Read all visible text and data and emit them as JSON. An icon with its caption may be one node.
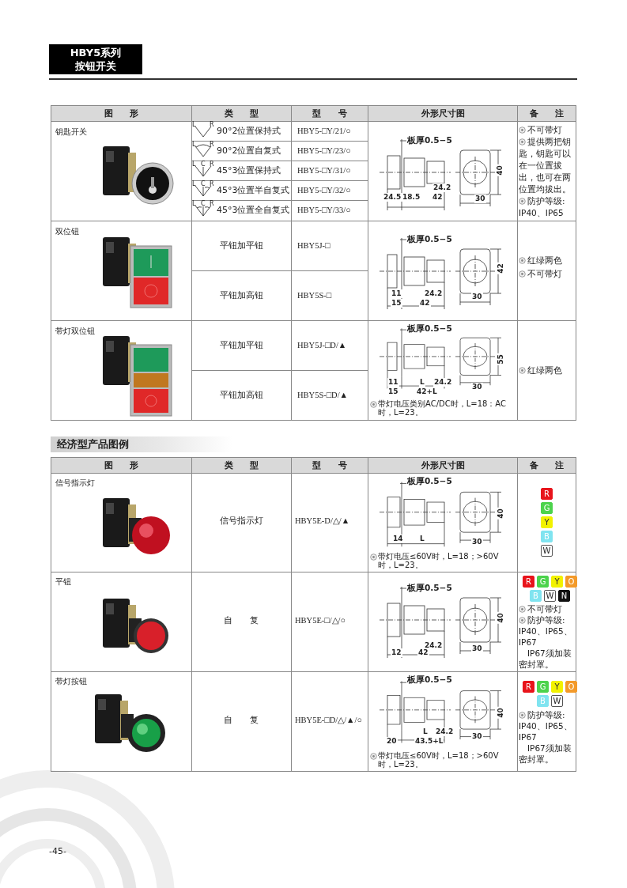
{
  "diagram": {
    "title": "HBY5系列按钮开关",
    "labels": [
      "图 形",
      "类 型",
      "型 号",
      "外形尺寸图",
      "备 注",
      "钥匙开关",
      "L",
      "R",
      "90°2位置保持式",
      "HBY5-□Y/21/○",
      "L",
      "R",
      "90°2位置自复式",
      "HBY5-□Y/23/○",
      "L",
      "C",
      "R",
      "45°3位置保持式",
      "HBY5-□Y/31/○",
      "L",
      "C",
      "R",
      "45°3位置半自复式",
      "HBY5-□Y/32/○",
      "L",
      "C",
      "R",
      "45°3位置全自复式",
      "HBY5-□Y/33/○",
      "板厚0.5−5",
      "40",
      "24.2",
      "24.5",
      "18.5",
      "42",
      "30",
      "不可带灯",
      "提供两把钥匙，钥匙可以在一位置拔出，也可在两位置均拔出。",
      "防护等级: IP40、IP65",
      "双位钮",
      "平钮加平钮",
      "HBY5J-□",
      "平钮加高钮",
      "HBY5S-□",
      "板厚0.5−5",
      "42",
      "11",
      "24.2",
      "30",
      "15",
      "42",
      "红绿两色",
      "不可带灯",
      "带灯双位钮",
      "平钮加平钮",
      "HBY5J-□D/▲",
      "平钮加高钮",
      "HBY5S-□D/▲",
      "板厚0.5−5",
      "55",
      "11",
      "L",
      "24.2",
      "30",
      "15",
      "42+L",
      "带灯电压类别AC/DC时，L=18：AC时，L=23。",
      "红绿两色",
      "经济型产品图例",
      "图 形",
      "类 型",
      "型 号",
      "外形尺寸图",
      "备 注",
      "信号指示灯",
      "信号指示灯",
      "HBY5E-D/△/▲",
      "板厚0.5−5",
      "40",
      "14",
      "L",
      "30",
      "带灯电压≤60V时，L=18；>60V时，L=23。",
      "R",
      "G",
      "Y",
      "B",
      "W",
      "平钮",
      "自 复",
      "HBY5E-□/△/○",
      "板厚0.5−5",
      "40",
      "24.2",
      "12",
      "42",
      "30",
      "R",
      "G",
      "Y",
      "O",
      "B",
      "W",
      "N",
      "不可带灯",
      "防护等级: IP40、IP65、IP67",
      "IP67须加装密封罩。",
      "带灯按钮",
      "自 复",
      "HBY5E-□D/△/▲/○",
      "板厚0.5−5",
      "40",
      "L",
      "24.2",
      "20",
      "43.5+L",
      "30",
      "带灯电压≤60V时，L=18；>60V时，L=23。",
      "R",
      "G",
      "Y",
      "O",
      "B",
      "W",
      "防护等级: IP40、IP65、IP67",
      "IP67须加装密封罩。",
      "-45-"
    ]
  }
}
